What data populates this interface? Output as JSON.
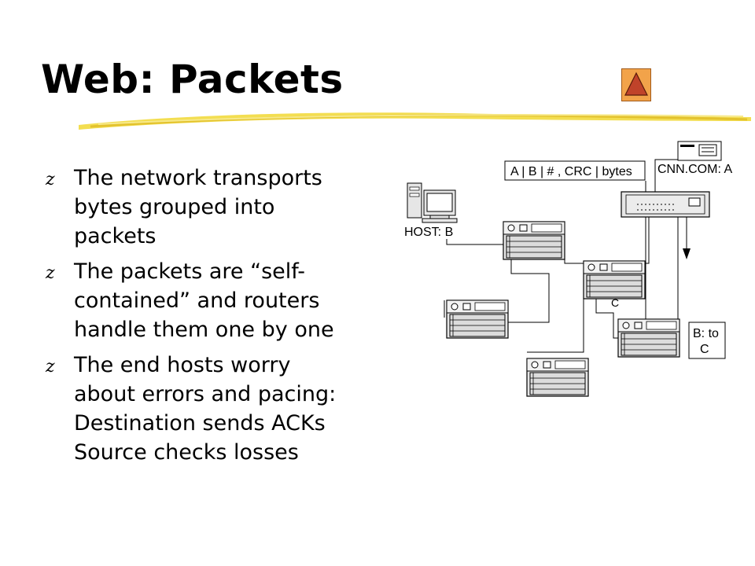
{
  "slide": {
    "title": "Web: Packets",
    "bullet_glyph": "z",
    "bullets": [
      {
        "lines": [
          "The network transports",
          "bytes grouped into",
          "packets"
        ]
      },
      {
        "lines": [
          "The packets are “self-",
          "contained” and routers",
          "handle them one by one"
        ]
      },
      {
        "lines": [
          "The end hosts worry",
          "about errors and pacing:",
          "Destination sends ACKs",
          "Source checks losses"
        ]
      }
    ]
  },
  "diagram": {
    "packet_format": "A | B | # , CRC | bytes",
    "server_label": "CNN.COM: A",
    "host_label": "HOST: B",
    "router_c_label": "C",
    "routing_entry_lines": [
      "B: to",
      "C"
    ]
  },
  "colors": {
    "nav_button": "#f2a34a",
    "nav_arrow": "#c0432a",
    "underline": "#f0d63c"
  },
  "icons": {
    "nav": "triangle-up-icon",
    "host": "desktop-computer-icon",
    "server": "server-icon",
    "router": "router-icon"
  }
}
